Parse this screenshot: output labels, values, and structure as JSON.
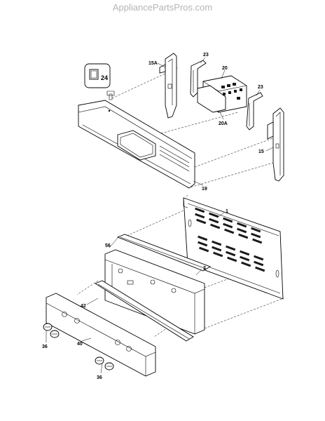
{
  "header": {
    "watermark": "AppliancePartsPros.com"
  },
  "callouts": {
    "c15a": "15A",
    "c23_top": "23",
    "c20": "20",
    "c24": "24",
    "c23_right": "23",
    "c20a": "20A",
    "c15": "15",
    "c19": "19",
    "c1": "1",
    "c56": "56",
    "c2": "2",
    "c42": "42",
    "c36_left": "36",
    "c40": "40",
    "c36_bottom": "36"
  }
}
